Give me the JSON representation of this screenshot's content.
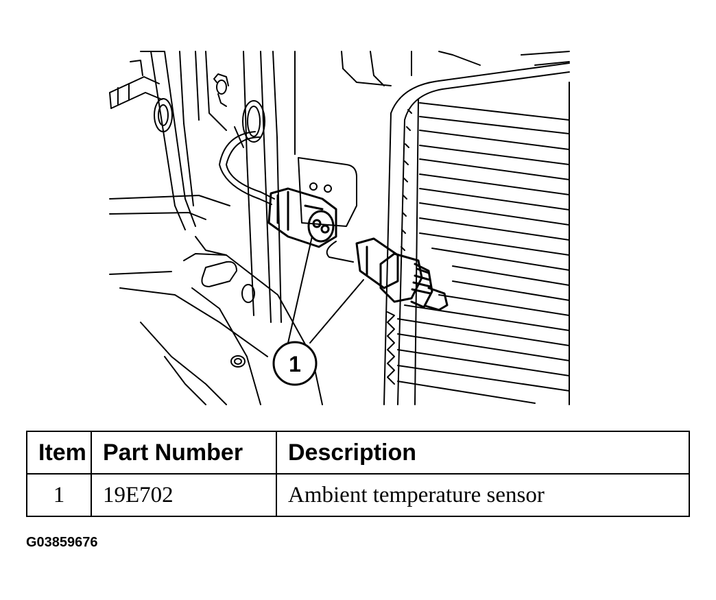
{
  "callout": {
    "number": "1"
  },
  "table": {
    "headers": {
      "item": "Item",
      "part_number": "Part Number",
      "description": "Description"
    },
    "rows": [
      {
        "item": "1",
        "part_number": "19E702",
        "description": "Ambient temperature sensor"
      }
    ]
  },
  "figure_id": "G03859676"
}
